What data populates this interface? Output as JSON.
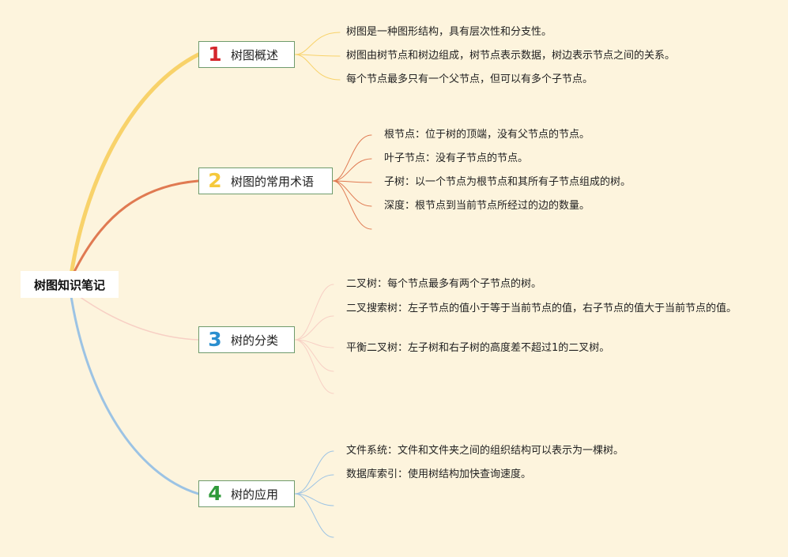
{
  "root": {
    "title": "树图知识笔记"
  },
  "branches": [
    {
      "number": "1",
      "label": "树图概述",
      "color": "#f8d26a",
      "numColor": "#d4262c",
      "leaves": [
        "树图是一种图形结构，具有层次性和分支性。",
        "树图由树节点和树边组成，树节点表示数据，树边表示节点之间的关系。",
        "每个节点最多只有一个父节点，但可以有多个子节点。"
      ]
    },
    {
      "number": "2",
      "label": "树图的常用术语",
      "color": "#e07a52",
      "numColor": "#f5c93c",
      "leaves": [
        "根节点：位于树的顶端，没有父节点的节点。",
        "叶子节点：没有子节点的节点。",
        "子树：以一个节点为根节点和其所有子节点组成的树。",
        "深度：根节点到当前节点所经过的边的数量。"
      ]
    },
    {
      "number": "3",
      "label": "树的分类",
      "color": "#f7cfc4",
      "numColor": "#2b8fcf",
      "leaves": [
        "二叉树：每个节点最多有两个子节点的树。",
        "二叉搜索树：左子节点的值小于等于当前节点的值，右子节点的值大于当前节点的值。",
        "平衡二叉树：左子树和右子树的高度差不超过1的二叉树。"
      ]
    },
    {
      "number": "4",
      "label": "树的应用",
      "color": "#9cc3e4",
      "numColor": "#2f9a3a",
      "leaves": [
        "文件系统：文件和文件夹之间的组织结构可以表示为一棵树。",
        "数据库索引：使用树结构加快查询速度。"
      ]
    }
  ]
}
